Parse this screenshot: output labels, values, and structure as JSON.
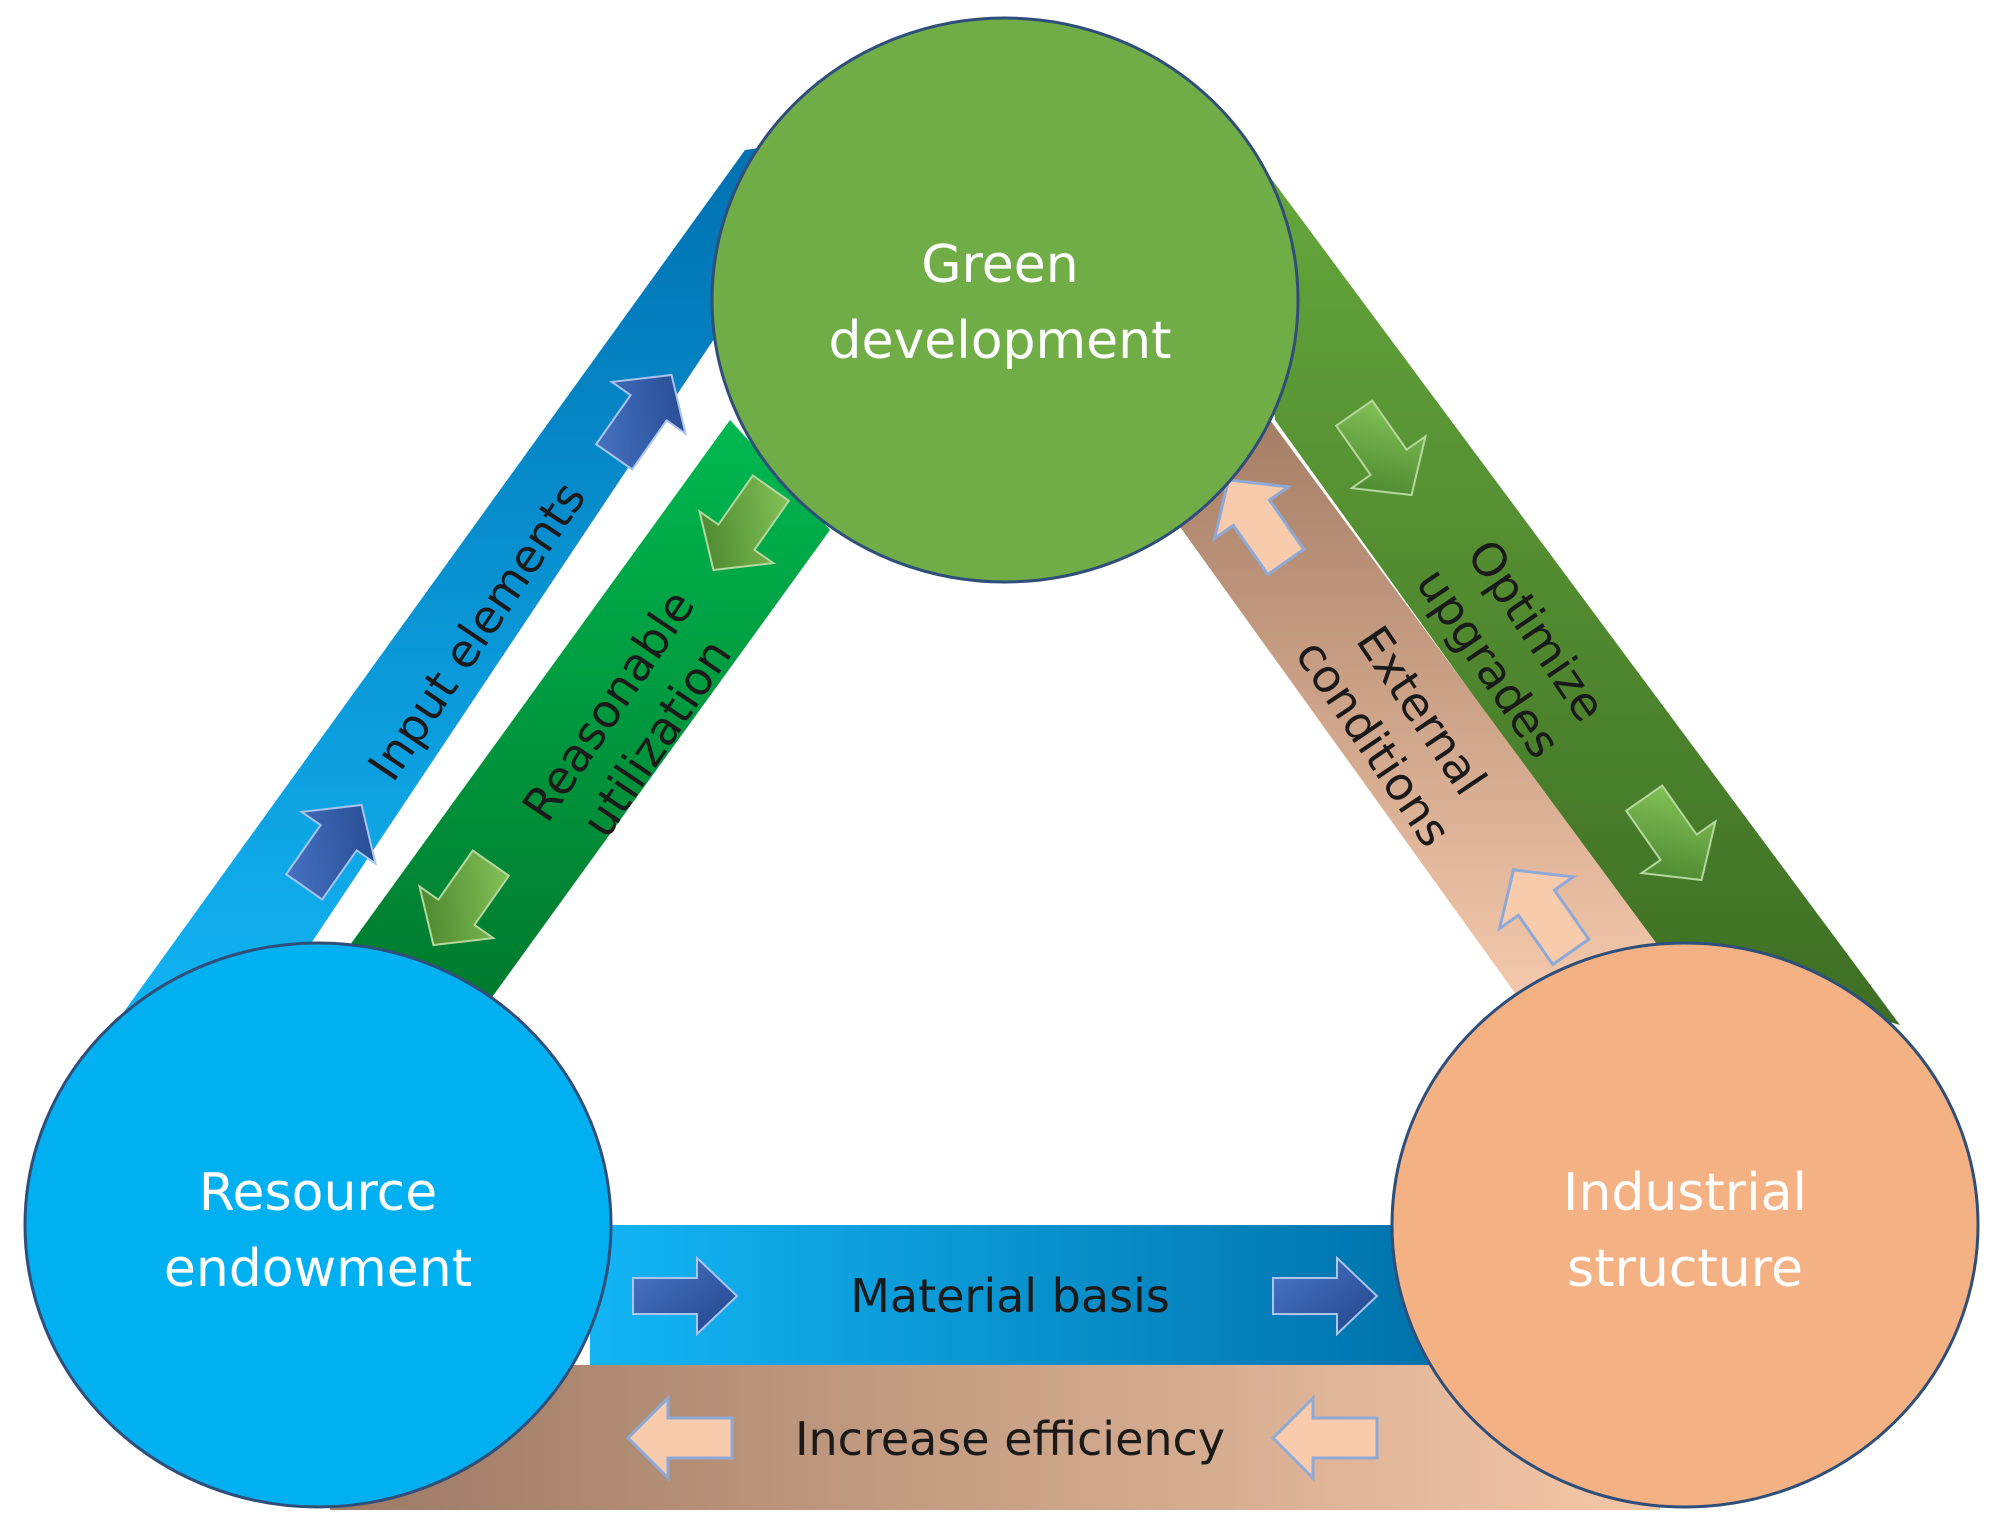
{
  "nodes": {
    "green": {
      "line1": "Green",
      "line2": "development",
      "color": "#70AD47"
    },
    "resource": {
      "line1": "Resource",
      "line2": "endowment",
      "color": "#00B0F0"
    },
    "industrial": {
      "line1": "Industrial",
      "line2": "structure",
      "color": "#F4B183"
    }
  },
  "links": {
    "input_elements": "Input elements",
    "reasonable_utilization": {
      "line1": "Reasonable",
      "line2": "utilization"
    },
    "optimize_upgrades": {
      "line1": "Optimize",
      "line2": "upgrades"
    },
    "external_conditions": {
      "line1": "External",
      "line2": "conditions"
    },
    "material_basis": "Material basis",
    "increase_efficiency": "Increase efficiency"
  },
  "colors": {
    "blue_band": "#0070C0",
    "green_band": "#00B050",
    "dark_green_band": "#548235",
    "tan_band": "#C9A082",
    "blue_arrow": "#2F5597",
    "green_arrow": "#70AD47",
    "peach_arrow": "#F8CBAD"
  }
}
